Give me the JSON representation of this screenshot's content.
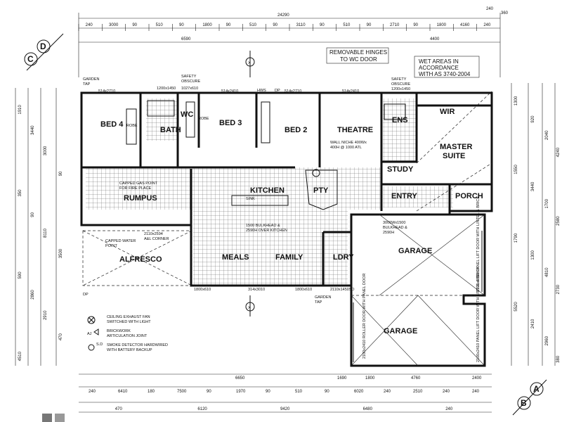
{
  "rooms": {
    "bed4": "BED 4",
    "bath": "BATH",
    "wc": "WC",
    "bed3": "BED 3",
    "bed2": "BED 2",
    "theatre": "THEATRE",
    "ens": "ENS",
    "wir": "WIR",
    "master1": "MASTER",
    "master2": "SUITE",
    "study": "STUDY",
    "entry": "ENTRY",
    "porch": "PORCH",
    "rumpus": "RUMPUS",
    "kitchen": "KITCHEN",
    "pty": "PTY",
    "meals": "MEALS",
    "family": "FAMILY",
    "ldry": "LDRY",
    "alfresco": "ALFRESCO",
    "garage1": "GARAGE",
    "garage2": "GARAGE"
  },
  "notes": {
    "hinges1": "REMOVABLE HINGES",
    "hinges2": "TO WC DOOR",
    "wet1": "WET AREAS IN",
    "wet2": "ACCORDANCE",
    "wet3": "WITH AS 3740-2004",
    "gas1": "CAPPED GAS POINT",
    "gas2": "FOR FIRE PLACE",
    "water1": "CAPPED WATER",
    "water2": "POINT",
    "niche1": "WALL NICHE 400Wx",
    "niche2": "400H @ 1000 ATL",
    "bulk1": "1500 BULKHEAD &",
    "bulk2": "2590H OVER KITCHEN",
    "bulk3": "3000Wx1500",
    "bulk4": "BULKHEAD &",
    "bulk5": "2590H",
    "corner1": "2110x2594",
    "corner2": "A&L CORNER",
    "safety1": "SAFETY",
    "safety2": "OBSCURE",
    "garden1": "GARDEN",
    "garden2": "TAP",
    "hws": "HWS",
    "dp": "DP",
    "sink": "SINK",
    "robe": "ROBE"
  },
  "axis_markers": {
    "c": "C",
    "d": "D",
    "b": "B",
    "a": "A",
    "x": "X"
  },
  "dims_top": {
    "total": "24290",
    "r1": [
      "240",
      "3000",
      "90",
      "510",
      "90",
      "1800",
      "90",
      "510",
      "90",
      "3110",
      "90",
      "510",
      "90",
      "2710",
      "90",
      "1800",
      "4160",
      "240"
    ],
    "sub": "6590",
    "right1": "4400",
    "c1": "240",
    "c2": "360"
  },
  "dims_bottom": {
    "r1": [
      "240",
      "6410",
      "180",
      "7500",
      "90",
      "1970",
      "90",
      "510",
      "90",
      "6020",
      "240",
      "2510",
      "240",
      "240"
    ],
    "r2": [
      "470",
      "6120",
      "9420",
      "6480",
      "240"
    ],
    "a": "6650",
    "b": "1690",
    "c": "1800",
    "d": "4760",
    "e": "2400"
  },
  "dims_left": [
    "1910",
    "3440",
    "3000",
    "90",
    "350",
    "90",
    "8110",
    "3500",
    "590",
    "2860",
    "2910",
    "470",
    "4510"
  ],
  "dims_right": [
    "1300",
    "920",
    "2040",
    "4240",
    "1550",
    "3440",
    "1700",
    "2580",
    "1790",
    "1300",
    "4810",
    "2730",
    "5520",
    "2410",
    "2960",
    "380"
  ],
  "legend": {
    "exhaust1": "CEILING EXHAUST FAN",
    "exhaust2": "SWITCHED WITH LIGHT",
    "joint1": "BRICKWORK",
    "joint2": "ARTICULATION JOINT",
    "smoke1": "SMOKE DETECTOR HARDWIRED",
    "smoke2": "WITH BATTERY BACKUP",
    "aj": "AJ",
    "sd": "S.D"
  },
  "openings": {
    "o1": "514x2710",
    "o2": "514x2410",
    "o3": "514x2710",
    "o4": "514x2410",
    "o5": "1200x1450",
    "o6": "1027x610",
    "o7": "1200x1450",
    "o8": "1800x610",
    "o9": "314x3010",
    "o10": "1800x610",
    "o11": "2110x1450SD",
    "g1": "2100x2410 ROLLER DOOR WITH PANEL DOOR",
    "g2": "2100x4810 PANEL LIFT DOOR WITH LINTEL & BRICK",
    "g3": "2100x2410 PANEL LIFT DOOR WITH LINTEL & BRICK"
  }
}
